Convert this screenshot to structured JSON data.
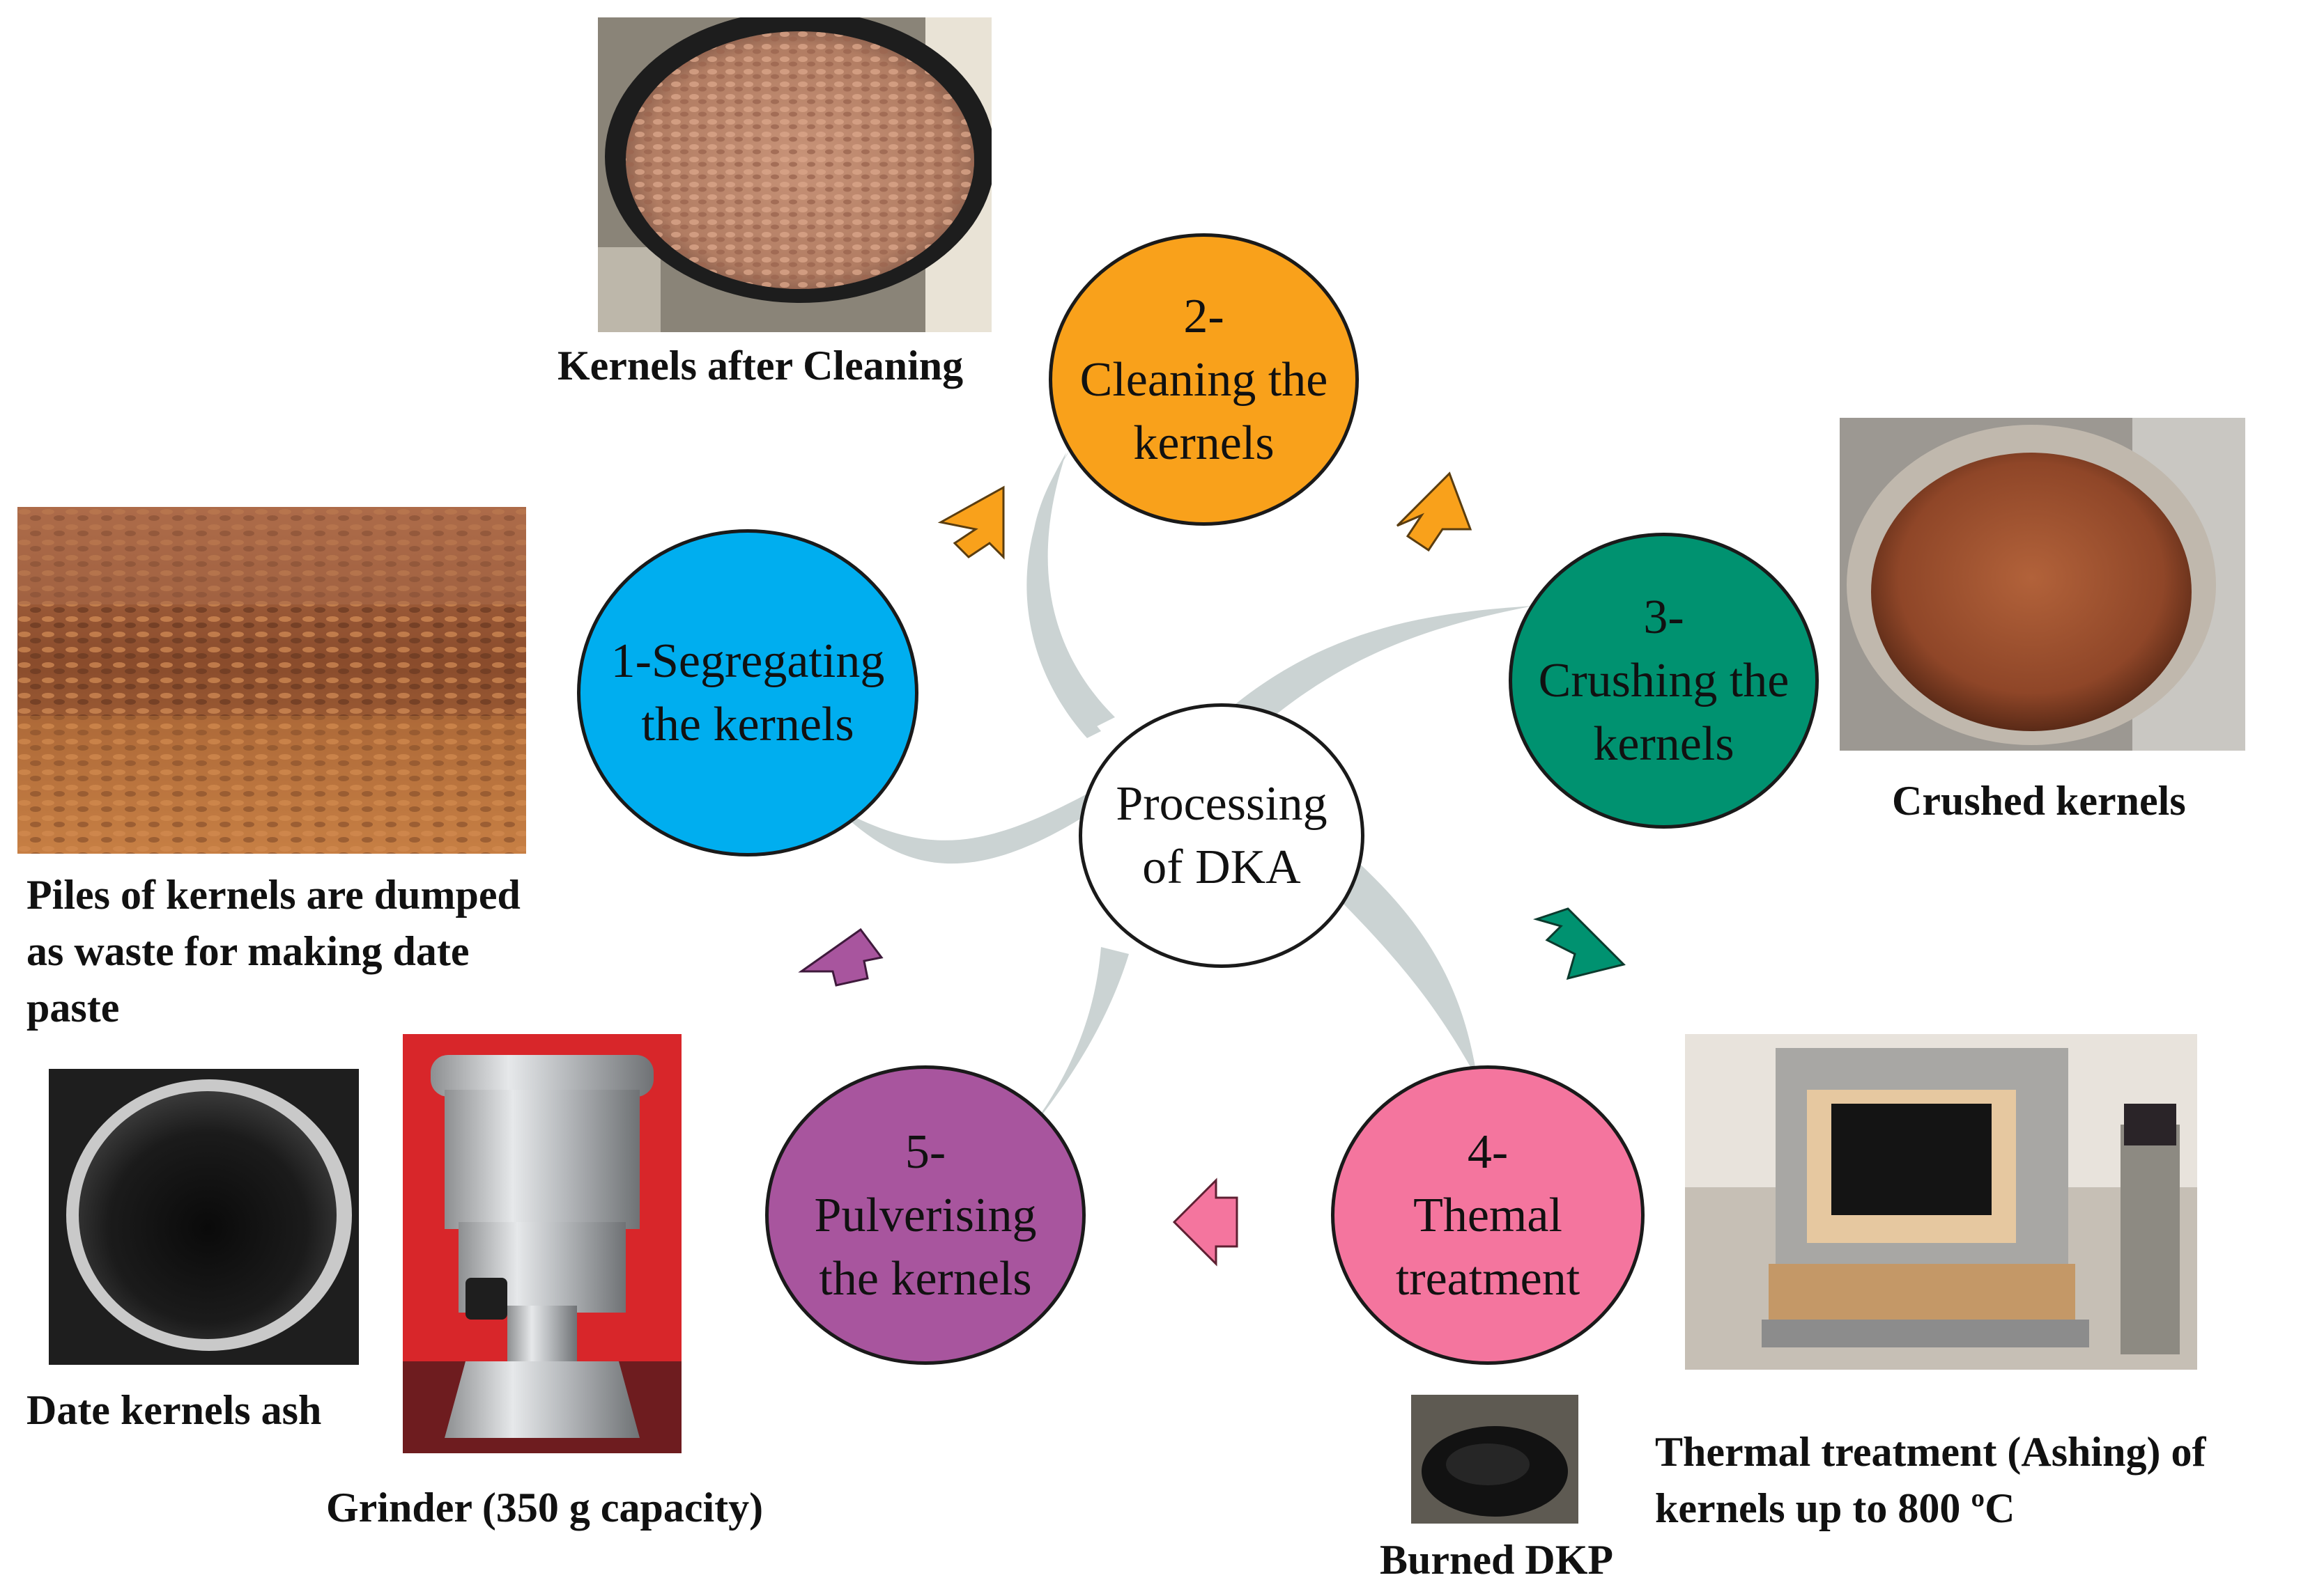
{
  "center": {
    "line1": "Processing",
    "line2": "of DKA"
  },
  "steps": [
    {
      "line1": "1-Segregating",
      "line2": "the kernels",
      "color": "#00AEEF"
    },
    {
      "line1": "2-",
      "line2": "Cleaning the",
      "line3": "kernels",
      "color": "#F9A11B"
    },
    {
      "line1": "3-",
      "line2": "Crushing the",
      "line3": "kernels",
      "color": "#009270"
    },
    {
      "line1": "4-",
      "line2": "Themal",
      "line3": "treatment",
      "color": "#F4759E"
    },
    {
      "line1": "5-",
      "line2": "Pulverising",
      "line3": "the kernels",
      "color": "#A8559E"
    }
  ],
  "captions": {
    "kernels_after_cleaning": "Kernels after Cleaning",
    "crushed_kernels": "Crushed kernels",
    "piles_line1": "Piles of kernels are dumped",
    "piles_line2": "as waste for making date",
    "piles_line3": "paste",
    "date_kernels_ash": "Date kernels ash",
    "grinder": "Grinder (350 g capacity)",
    "burned_dkp": "Burned DKP",
    "thermal_line1": "Thermal treatment (Ashing) of",
    "thermal_line2": "kernels up to 800 ºC"
  },
  "colors": {
    "swirl": "#CBD3D3",
    "cleaning_arrow": "#F9A11B",
    "crushing_arrow": "#009270",
    "thermal_arrow": "#F4759E",
    "pulverising_arrow": "#A8559E"
  },
  "photos": {
    "piles": "photo-piled-kernels",
    "cleaned": "photo-cleaned-kernels-bucket",
    "crushed": "photo-crushed-kernels-bowl",
    "furnace": "photo-muffle-furnace",
    "burned": "photo-burned-dkp",
    "grinder": "photo-grinder",
    "ash": "photo-ash-bowl"
  }
}
